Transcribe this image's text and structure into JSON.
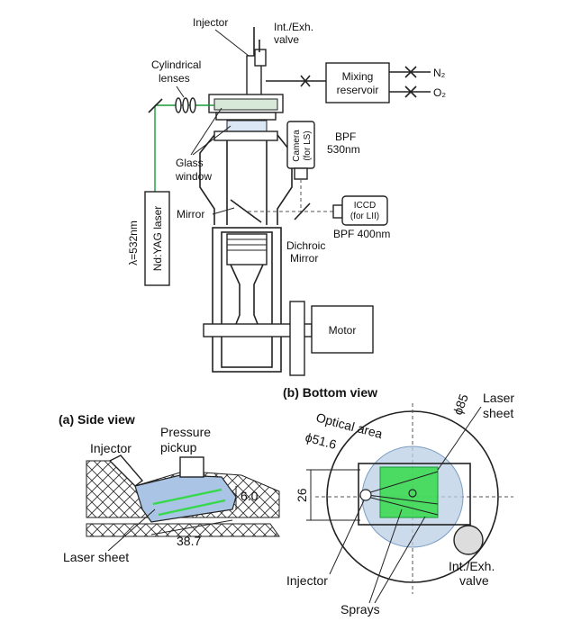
{
  "top_diagram": {
    "injector": "Injector",
    "int_exh_valve": [
      "Int./Exh.",
      "valve"
    ],
    "cylindrical_lenses": [
      "Cylindrical",
      "lenses"
    ],
    "mixing_reservoir": [
      "Mixing",
      "reservoir"
    ],
    "n2": "N₂",
    "o2": "O₂",
    "camera": [
      "Camera",
      "(for LS)"
    ],
    "bpf_530": [
      "BPF",
      "530nm"
    ],
    "glass_window": [
      "Glass",
      "window"
    ],
    "mirror": "Mirror",
    "iccd": [
      "ICCD",
      "(for LII)"
    ],
    "bpf_400": "BPF 400nm",
    "dichroic_mirror": [
      "Dichroic",
      "Mirror"
    ],
    "wavelength": "λ=532nm",
    "laser": "Nd:YAG laser",
    "motor": "Motor"
  },
  "side_view": {
    "title": "(a) Side view",
    "injector": "Injector",
    "pressure_pickup": [
      "Pressure",
      "pickup"
    ],
    "dim_6": "6.0",
    "dim_38": "38.7",
    "laser_sheet": "Laser sheet"
  },
  "bottom_view": {
    "title": "(b) Bottom view",
    "optical_area": [
      "Optical",
      "area"
    ],
    "phi_51": "ϕ51.6",
    "phi_85": "ϕ85",
    "laser_sheet": [
      "Laser",
      "sheet"
    ],
    "dim_26": "26",
    "injector": "Injector",
    "int_exh_valve": [
      "Int./Exh.",
      "valve"
    ],
    "sprays": "Sprays"
  },
  "colors": {
    "laser_green": "#1a9a3a",
    "sheet_green": "#35d94a",
    "optical_blue": "#b9cfe6",
    "chamber_blue": "#a9c4e4"
  }
}
